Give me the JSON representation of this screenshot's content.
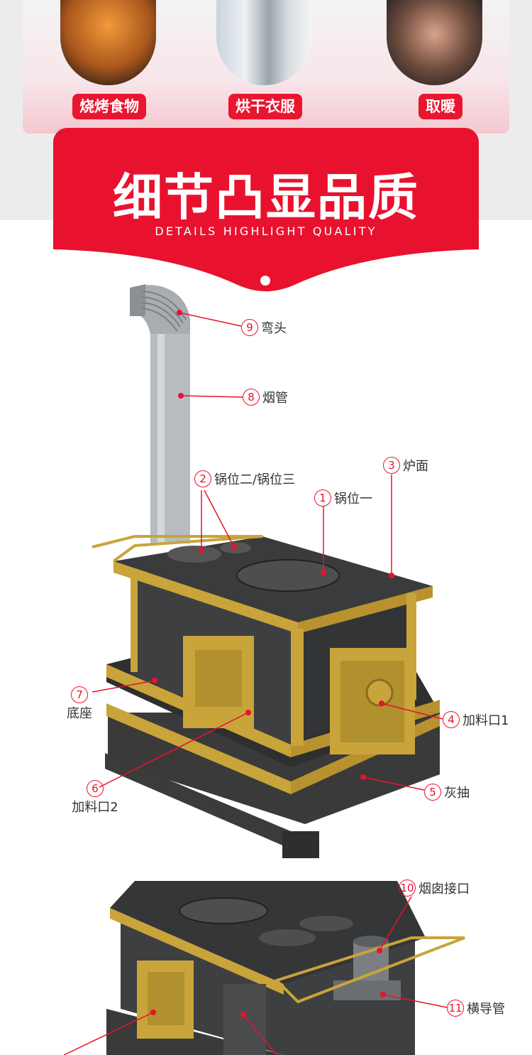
{
  "uses": [
    {
      "label": "烧烤食物"
    },
    {
      "label": "烘干衣服"
    },
    {
      "label": "取暖"
    }
  ],
  "banner": {
    "title": "细节凸显品质",
    "subtitle": "DETAILS HIGHLIGHT QUALITY"
  },
  "parts": [
    {
      "num": "9",
      "label": "弯头"
    },
    {
      "num": "8",
      "label": "烟管"
    },
    {
      "num": "2",
      "label": "锅位二/锅位三"
    },
    {
      "num": "3",
      "label": "炉面"
    },
    {
      "num": "1",
      "label": "锅位一"
    },
    {
      "num": "7",
      "label": "底座"
    },
    {
      "num": "4",
      "label": "加料口1"
    },
    {
      "num": "6",
      "label": "加料口2"
    },
    {
      "num": "5",
      "label": "灰抽"
    },
    {
      "num": "10",
      "label": "烟囱接口"
    },
    {
      "num": "11",
      "label": "横导管"
    }
  ],
  "colors": {
    "accent": "#e8122e",
    "gold": "#c9a43a",
    "steel": "#3b3b3b"
  }
}
